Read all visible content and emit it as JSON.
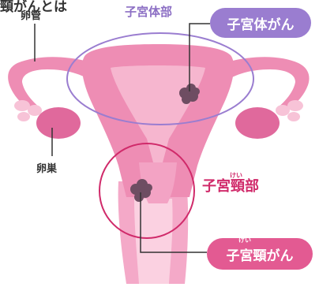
{
  "title": "頸がんとは",
  "labels": {
    "fallopian_tube": "卵管",
    "ovary": "卵巣",
    "uterine_body": "子宮体部",
    "cervix": "子宮頸部",
    "cervix_ruby": "けい"
  },
  "callouts": {
    "endometrial_cancer": "子宮体がん",
    "cervical_cancer": "子宮頸がん",
    "cervical_cancer_ruby": "けい"
  },
  "colors": {
    "uterus": "#ee8db4",
    "uterus_dark": "#e0699c",
    "inner": "#f6b6cf",
    "body_circle": "#9a7dd0",
    "cervix_circle": "#d02a6a",
    "tumor": "#6e4d62"
  }
}
